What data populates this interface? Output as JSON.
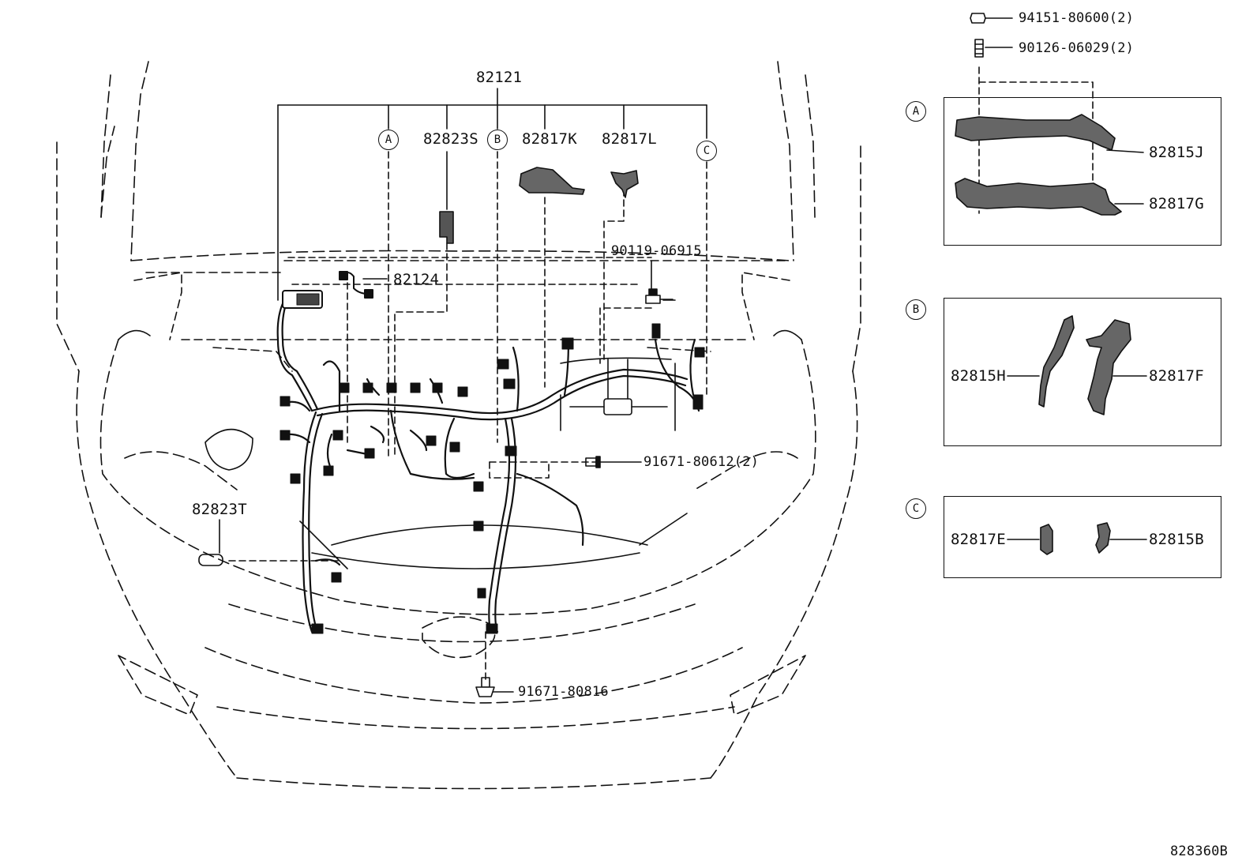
{
  "callouts": {
    "main_harness": "82121",
    "c_82823S": "82823S",
    "c_82817K": "82817K",
    "c_82817L": "82817L",
    "c_90119": "90119-06915",
    "c_82124": "82124",
    "c_91671_612": "91671-80612(2)",
    "c_82823T": "82823T",
    "c_91671_816": "91671-80816",
    "c_94151": "94151-80600(2)",
    "c_90126": "90126-06029(2)"
  },
  "refs": {
    "a": "A",
    "b": "B",
    "c": "C"
  },
  "detail_a": {
    "ref": "A",
    "upper": "82815J",
    "lower": "82817G"
  },
  "detail_b": {
    "ref": "B",
    "left": "82815H",
    "right": "82817F"
  },
  "detail_c": {
    "ref": "C",
    "left": "82817E",
    "right": "82815B"
  },
  "diagram_id": "828360B"
}
